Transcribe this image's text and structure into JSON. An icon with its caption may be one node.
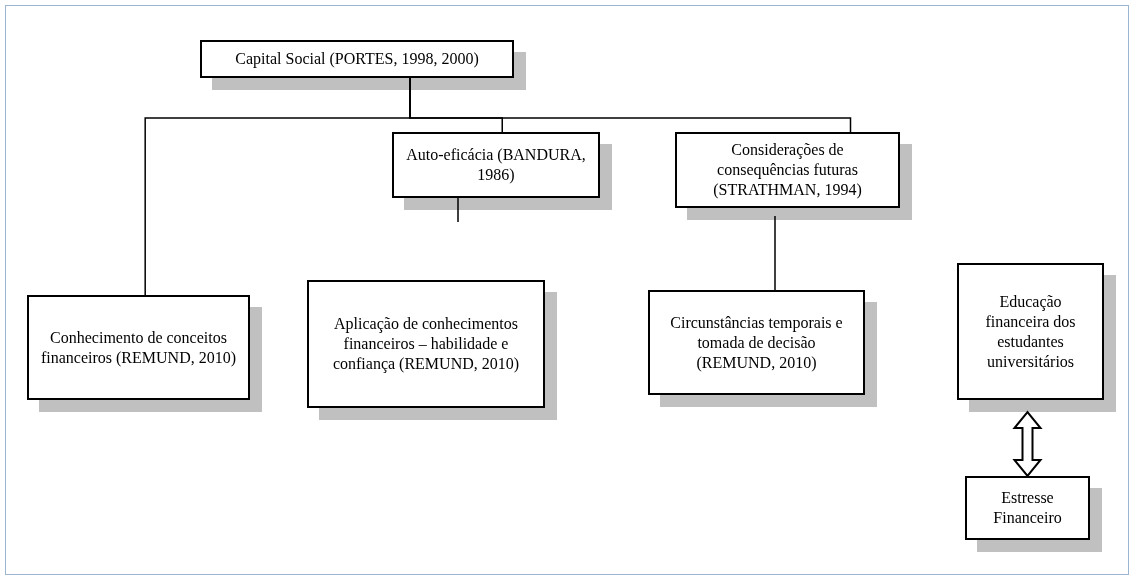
{
  "diagram": {
    "nodes": [
      {
        "text": [
          "Capital Social (PORTES, 1998, 2000)"
        ]
      },
      {
        "text": [
          "Auto-eficácia (BANDURA, 1986)"
        ]
      },
      {
        "text": [
          "Considerações de consequências futuras (STRATHMAN, 1994)"
        ]
      },
      {
        "text": [
          "Conhecimento de conceitos financeiros (REMUND, 2010)"
        ]
      },
      {
        "text": [
          "Aplicação de conhecimentos financeiros – habilidade e confiança (REMUND, 2010)"
        ]
      },
      {
        "text": [
          "Circunstâncias temporais e tomada de decisão (REMUND, 2010)"
        ]
      },
      {
        "text": [
          "Educação financeira dos estudantes universitários"
        ]
      },
      {
        "text": [
          "Estresse Financeiro"
        ]
      }
    ],
    "edges": [
      {
        "from": 0,
        "to": 3,
        "arrow": "none"
      },
      {
        "from": 0,
        "to": 1,
        "arrow": "none"
      },
      {
        "from": 0,
        "to": 2,
        "arrow": "none"
      },
      {
        "from": 1,
        "to": null,
        "arrow": "none"
      },
      {
        "from": 2,
        "to": 5,
        "arrow": "none"
      },
      {
        "from": 6,
        "to": 7,
        "arrow": "both",
        "style": "thick"
      }
    ]
  }
}
